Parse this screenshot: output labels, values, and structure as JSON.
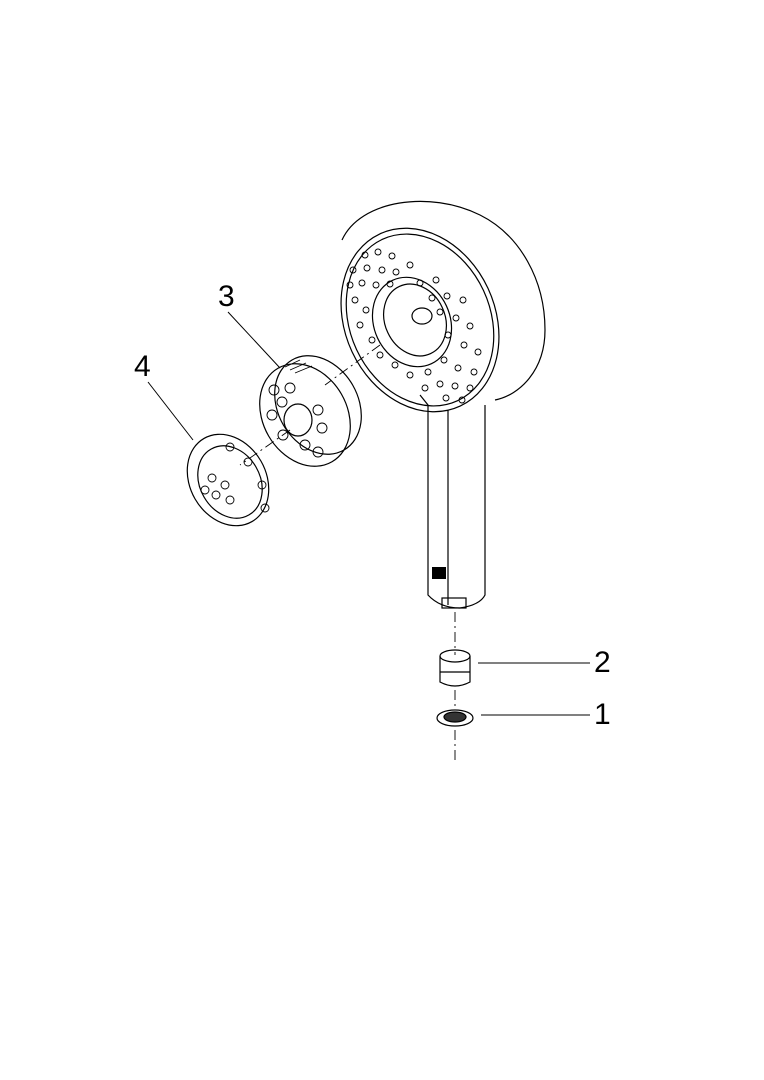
{
  "diagram": {
    "type": "exploded-parts-view",
    "subject": "hand shower",
    "line_color": "#000000",
    "background": "#ffffff",
    "callouts": [
      {
        "number": "1",
        "part": "flow-restrictor-disc"
      },
      {
        "number": "2",
        "part": "hose-connector-insert"
      },
      {
        "number": "3",
        "part": "spray-insert-disc"
      },
      {
        "number": "4",
        "part": "center-jet-nozzle-cover"
      }
    ]
  }
}
